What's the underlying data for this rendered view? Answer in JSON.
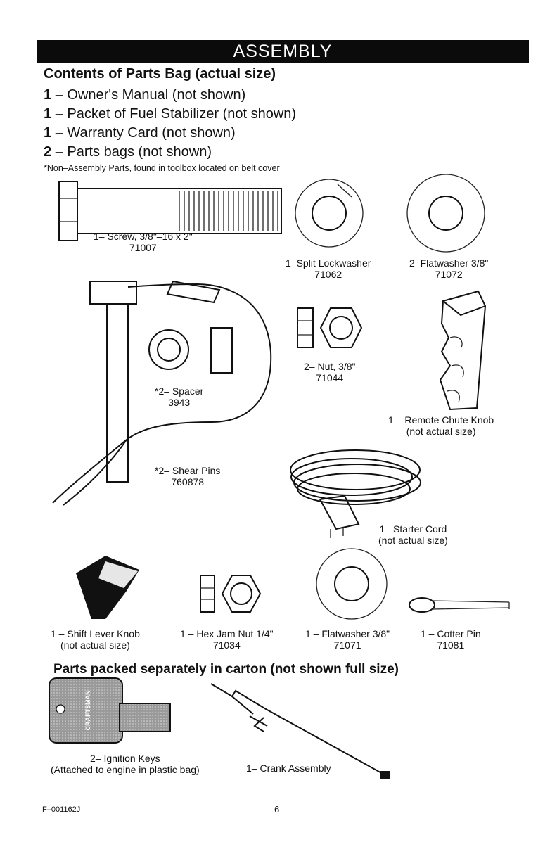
{
  "header": {
    "title": "ASSEMBLY"
  },
  "contents": {
    "heading": "Contents of Parts Bag (actual size)",
    "items": [
      {
        "qty": "1",
        "text": "– Owner's Manual (not shown)"
      },
      {
        "qty": "1",
        "text": "– Packet of Fuel Stabilizer (not shown)"
      },
      {
        "qty": "1",
        "text": "– Warranty Card (not shown)"
      },
      {
        "qty": "2",
        "text": "– Parts bags (not shown)"
      }
    ],
    "note": "*Non–Assembly Parts, found in toolbox located on belt cover"
  },
  "parts": {
    "screw": {
      "line1": "1– Screw, 3/8\"–16 x 2\"",
      "line2": "71007"
    },
    "split_lockwasher": {
      "line1": "1–Split Lockwasher",
      "line2": "71062"
    },
    "flatwasher_2": {
      "line1": "2–Flatwasher 3/8\"",
      "line2": "71072"
    },
    "nut": {
      "line1": "2– Nut, 3/8\"",
      "line2": "71044"
    },
    "spacer": {
      "line1": "*2– Spacer",
      "line2": "3943"
    },
    "chute_knob": {
      "line1": "1 – Remote Chute Knob",
      "line2": "(not actual size)"
    },
    "shear_pins": {
      "line1": "*2– Shear Pins",
      "line2": "760878"
    },
    "starter_cord": {
      "line1": "1– Starter Cord",
      "line2": "(not actual size)"
    },
    "shift_knob": {
      "line1": "1 – Shift Lever Knob",
      "line2": "(not actual size)"
    },
    "hex_jam_nut": {
      "line1": "1 – Hex Jam Nut 1/4\"",
      "line2": "71034"
    },
    "flatwasher_1": {
      "line1": "1 – Flatwasher 3/8\"",
      "line2": "71071"
    },
    "cotter_pin": {
      "line1": "1 – Cotter Pin",
      "line2": "71081"
    }
  },
  "carton": {
    "heading": "Parts packed separately in carton (not shown full size)",
    "ignition_keys": {
      "line1": "2– Ignition Keys",
      "line2": "(Attached to engine in plastic bag)"
    },
    "crank": {
      "line1": "1– Crank Assembly"
    },
    "key_brand": "CRAFTSMAN"
  },
  "footer": {
    "code": "F–001162J",
    "page": "6"
  }
}
